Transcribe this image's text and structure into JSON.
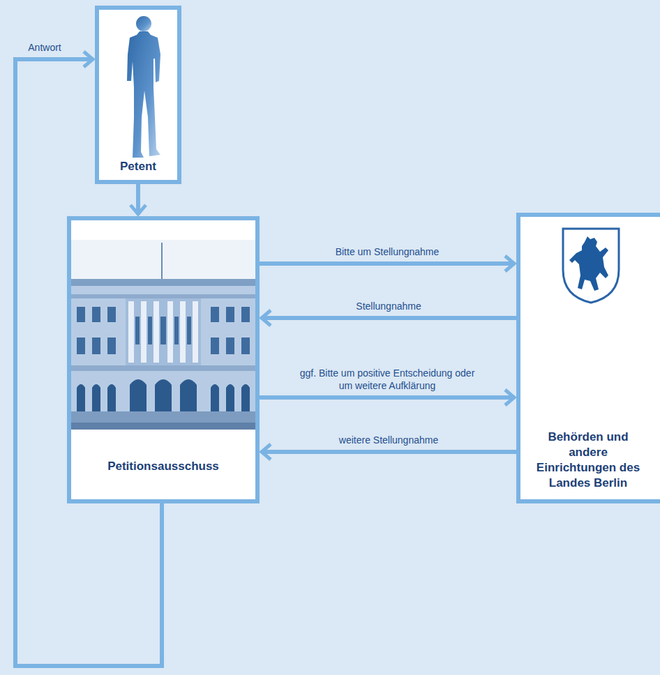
{
  "diagram": {
    "nodes": [
      {
        "text": [
          "Petent"
        ]
      },
      {
        "text": [
          "Petitionsausschuss"
        ]
      },
      {
        "text": [
          "Behörden und andere Einrichtungen des Landes Berlin"
        ]
      }
    ],
    "edges": [
      {
        "from": 0,
        "to": 1,
        "arrow": "to"
      },
      {
        "from": 1,
        "to": 2,
        "arrow": "to",
        "label": "Bitte um Stellungnahme"
      },
      {
        "from": 2,
        "to": 1,
        "arrow": "to",
        "label": "Stellungnahme"
      },
      {
        "from": 1,
        "to": 2,
        "arrow": "to",
        "label": "ggf. Bitte um positive Entscheidung oder um weitere Aufklärung"
      },
      {
        "from": 2,
        "to": 1,
        "arrow": "to",
        "label": "weitere Stellungnahme"
      },
      {
        "from": 1,
        "to": 0,
        "arrow": "to",
        "label": "Antwort"
      }
    ]
  }
}
